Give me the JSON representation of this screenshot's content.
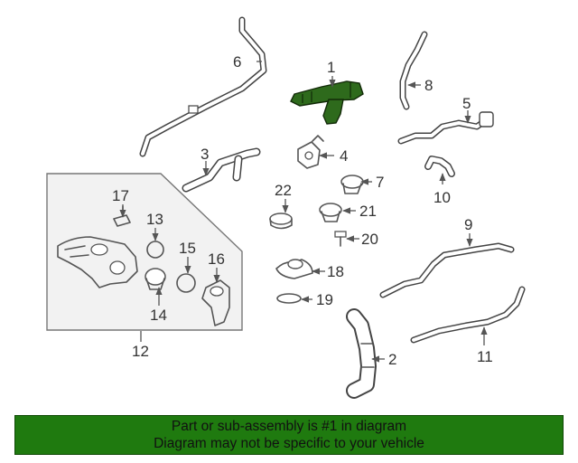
{
  "callouts": [
    "1",
    "2",
    "3",
    "4",
    "5",
    "6",
    "7",
    "8",
    "9",
    "10",
    "11",
    "12",
    "13",
    "14",
    "15",
    "16",
    "17",
    "18",
    "19",
    "20",
    "21",
    "22"
  ],
  "highlight": {
    "part": "1",
    "color": "#2e6a1c"
  },
  "footer": {
    "line1": "Part or sub-assembly is #1 in diagram",
    "line2": "Diagram may not be specific to your vehicle",
    "color": "#1f7a0f"
  }
}
